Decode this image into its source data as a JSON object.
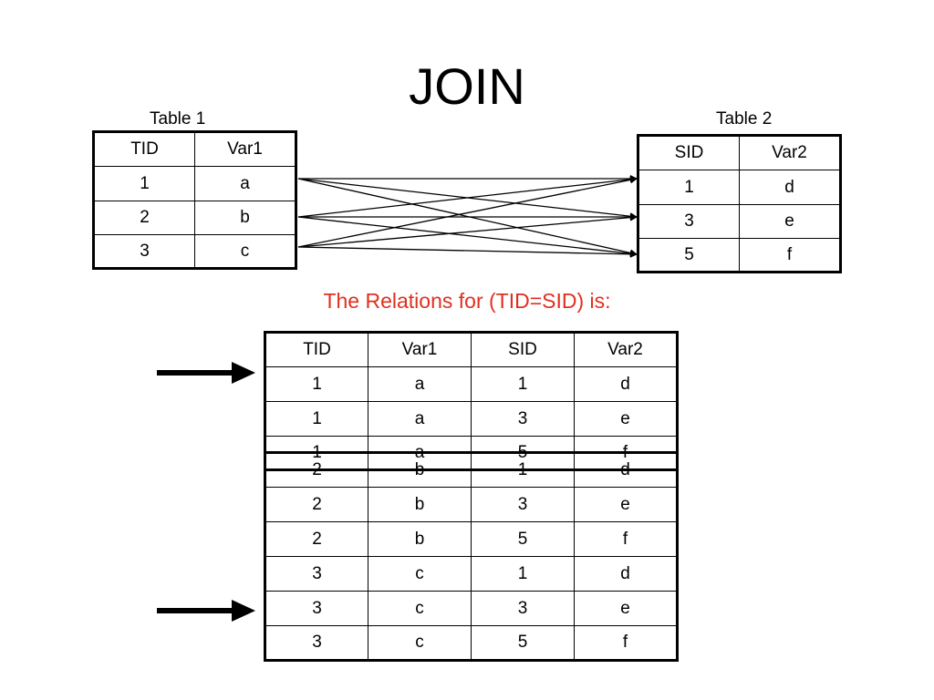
{
  "slide": {
    "title": "JOIN",
    "relations_caption": "The Relations for  (TID=SID) is:"
  },
  "table1": {
    "caption": "Table 1",
    "headers": [
      "TID",
      "Var1"
    ],
    "rows": [
      [
        "1",
        "a"
      ],
      [
        "2",
        "b"
      ],
      [
        "3",
        "c"
      ]
    ]
  },
  "table2": {
    "caption": "Table 2",
    "headers": [
      "SID",
      "Var2"
    ],
    "rows": [
      [
        "1",
        "d"
      ],
      [
        "3",
        "e"
      ],
      [
        "5",
        "f"
      ]
    ]
  },
  "result_top": {
    "headers": [
      "TID",
      "Var1",
      "SID",
      "Var2"
    ],
    "rows": [
      [
        "1",
        "a",
        "1",
        "d"
      ],
      [
        "1",
        "a",
        "3",
        "e"
      ],
      [
        "1",
        "a",
        "5",
        "f"
      ]
    ]
  },
  "result_bottom": {
    "rows": [
      [
        "2",
        "b",
        "1",
        "d"
      ],
      [
        "2",
        "b",
        "3",
        "e"
      ],
      [
        "2",
        "b",
        "5",
        "f"
      ],
      [
        "3",
        "c",
        "1",
        "d"
      ],
      [
        "3",
        "c",
        "3",
        "e"
      ],
      [
        "3",
        "c",
        "5",
        "f"
      ]
    ]
  },
  "colors": {
    "caption_red": "#e03020",
    "line": "#000000"
  }
}
